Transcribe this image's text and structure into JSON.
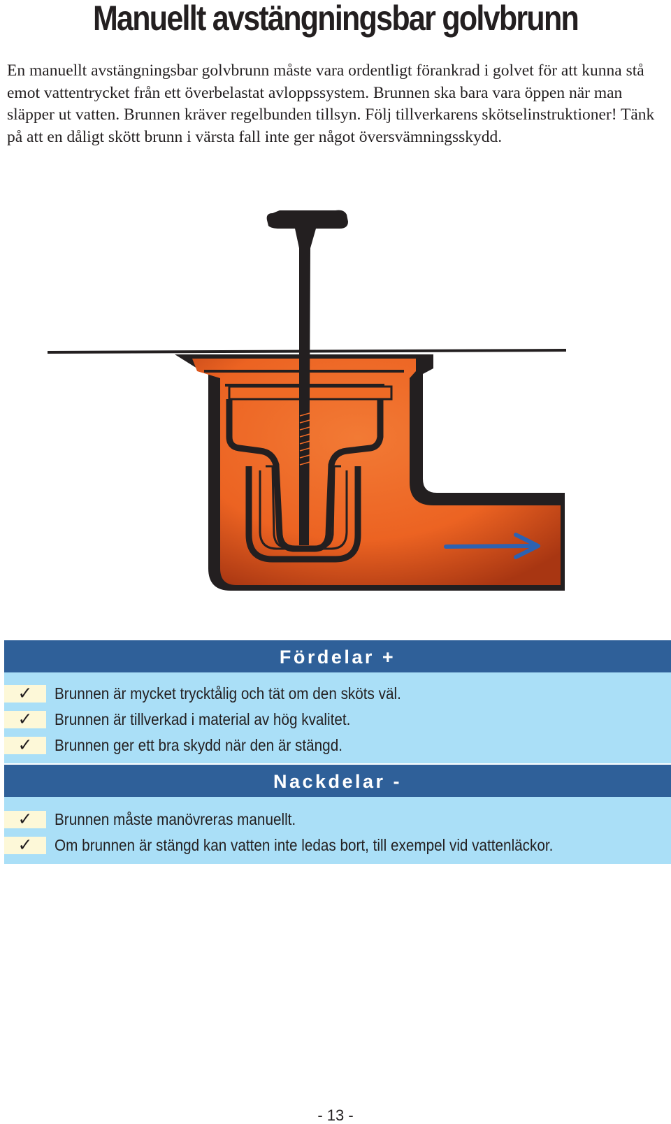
{
  "page": {
    "title": "Manuellt avstängningsbar golvbrunn",
    "intro": "En manuellt avstängningsbar golvbrunn måste vara ordentligt förankrad i golvet för att kunna stå emot vattentrycket från ett överbelastat avloppssystem. Brunnen ska bara vara öppen när man släpper ut vatten. Brunnen kräver regelbunden tillsyn. Följ tillverkarens skötselinstruktioner! Tänk på att en dåligt skött brunn i värsta fall inte ger något översvämningsskydd.",
    "page_number": "- 13 -"
  },
  "figure": {
    "icons": [
      "floor-drain-illustration",
      "flow-arrow-icon"
    ],
    "colors": {
      "drain": "#ef6a25",
      "drain_shadow": "#8a2a10",
      "arrow": "#2d62b2",
      "outline": "#231f20"
    }
  },
  "advantages": {
    "heading": "Fördelar +",
    "items": [
      "Brunnen är mycket trycktålig och tät om den sköts väl.",
      "Brunnen är tillverkad i material av hög kvalitet.",
      "Brunnen ger ett bra skydd när den är stängd."
    ]
  },
  "disadvantages": {
    "heading": "Nackdelar -",
    "items": [
      "Brunnen måste manövreras manuellt.",
      "Om brunnen är stängd kan vatten inte ledas bort, till exempel vid vattenläckor."
    ]
  },
  "check_glyph": "✓",
  "colors": {
    "header_bar": "#2f6099",
    "panel_bg": "#aadff7",
    "check_bg": "#fdf8d8"
  }
}
